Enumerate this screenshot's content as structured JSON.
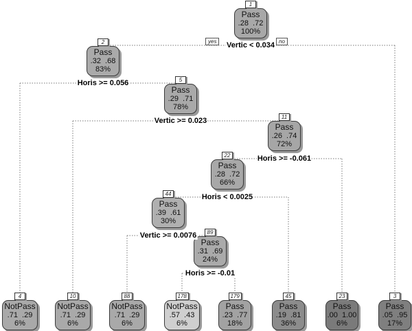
{
  "title": "Classification tree: Pass / NotPass",
  "branch_labels": {
    "yes": "yes",
    "no": "no"
  },
  "splits": [
    {
      "node": "1",
      "text": "Vertic < 0.034"
    },
    {
      "node": "2",
      "text": "Horis >= 0.056"
    },
    {
      "node": "5",
      "text": "Vertic >= 0.023"
    },
    {
      "node": "11",
      "text": "Horis >= -0.061"
    },
    {
      "node": "22",
      "text": "Horis < 0.0025"
    },
    {
      "node": "44",
      "text": "Vertic >= 0.0076"
    },
    {
      "node": "89",
      "text": "Horis >= -0.01"
    }
  ],
  "nodes": [
    {
      "id": "1",
      "cls": "Pass",
      "probs": ".28  .72",
      "pct": "100%",
      "color": "#a8a8a8"
    },
    {
      "id": "2",
      "cls": "Pass",
      "probs": ".32  .68",
      "pct": "83%",
      "color": "#aaaaaa"
    },
    {
      "id": "5",
      "cls": "Pass",
      "probs": ".29  .71",
      "pct": "78%",
      "color": "#a9a9a9"
    },
    {
      "id": "11",
      "cls": "Pass",
      "probs": ".26  .74",
      "pct": "72%",
      "color": "#a6a6a6"
    },
    {
      "id": "22",
      "cls": "Pass",
      "probs": ".28  .72",
      "pct": "66%",
      "color": "#a8a8a8"
    },
    {
      "id": "44",
      "cls": "Pass",
      "probs": ".39  .61",
      "pct": "30%",
      "color": "#b0b0b0"
    },
    {
      "id": "89",
      "cls": "Pass",
      "probs": ".31  .69",
      "pct": "24%",
      "color": "#aaaaaa"
    },
    {
      "id": "4",
      "cls": "NotPass",
      "probs": ".71  .29",
      "pct": "6%",
      "color": "#a9a9a9"
    },
    {
      "id": "10",
      "cls": "NotPass",
      "probs": ".71  .29",
      "pct": "6%",
      "color": "#a9a9a9"
    },
    {
      "id": "88",
      "cls": "NotPass",
      "probs": ".71  .29",
      "pct": "6%",
      "color": "#a9a9a9"
    },
    {
      "id": "178",
      "cls": "NotPass",
      "probs": ".57  .43",
      "pct": "6%",
      "color": "#cfcfcf"
    },
    {
      "id": "179",
      "cls": "Pass",
      "probs": ".23  .77",
      "pct": "18%",
      "color": "#a2a2a2"
    },
    {
      "id": "45",
      "cls": "Pass",
      "probs": ".19  .81",
      "pct": "36%",
      "color": "#8c8c8c"
    },
    {
      "id": "23",
      "cls": "Pass",
      "probs": ".00  1.00",
      "pct": "6%",
      "color": "#7a7a7a"
    },
    {
      "id": "3",
      "cls": "Pass",
      "probs": ".05  .95",
      "pct": "17%",
      "color": "#7f7f7f"
    }
  ]
}
